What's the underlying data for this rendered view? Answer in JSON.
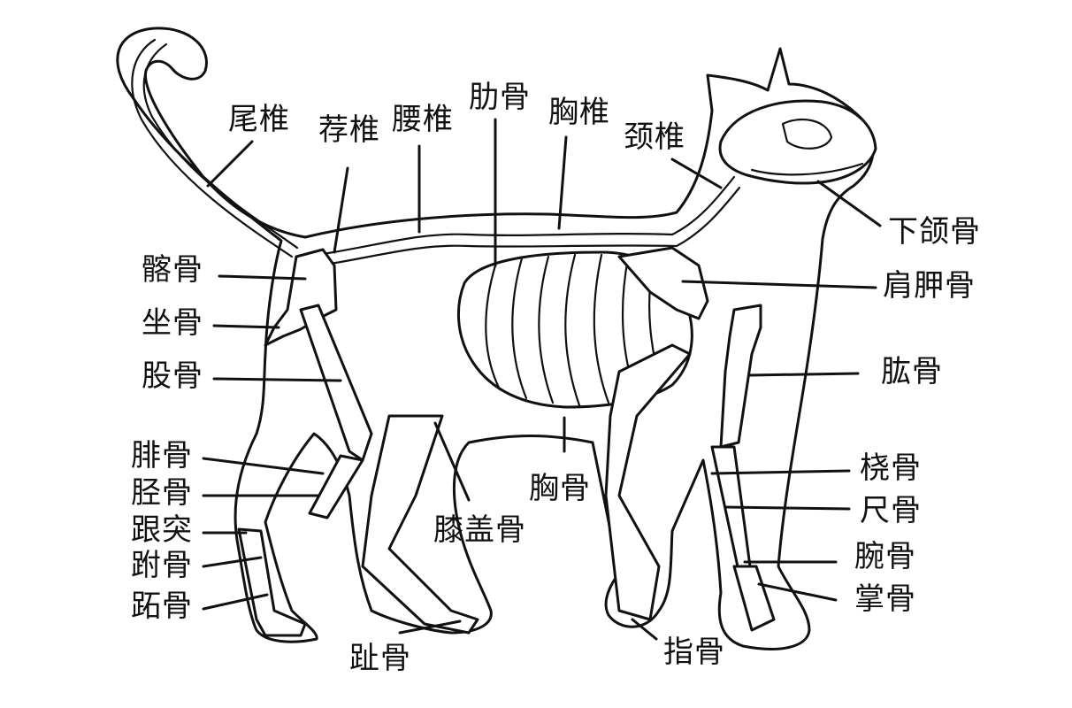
{
  "labels": {
    "caudal_vertebrae": "尾椎",
    "sacral_vertebrae": "荐椎",
    "lumbar_vertebrae": "腰椎",
    "ribs": "肋骨",
    "thoracic_vertebrae": "胸椎",
    "cervical_vertebrae": "颈椎",
    "mandible": "下颌骨",
    "ilium": "髂骨",
    "scapula": "肩胛骨",
    "ischium": "坐骨",
    "femur": "股骨",
    "humerus": "肱骨",
    "fibula": "腓骨",
    "tibia": "胫骨",
    "calcaneus": "跟突",
    "tarsals": "跗骨",
    "metatarsals": "跖骨",
    "patella": "膝盖骨",
    "sternum": "胸骨",
    "radius": "桡骨",
    "ulna": "尺骨",
    "carpals": "腕骨",
    "metacarpals": "掌骨",
    "hind_phalanges": "趾骨",
    "fore_phalanges": "指骨"
  }
}
